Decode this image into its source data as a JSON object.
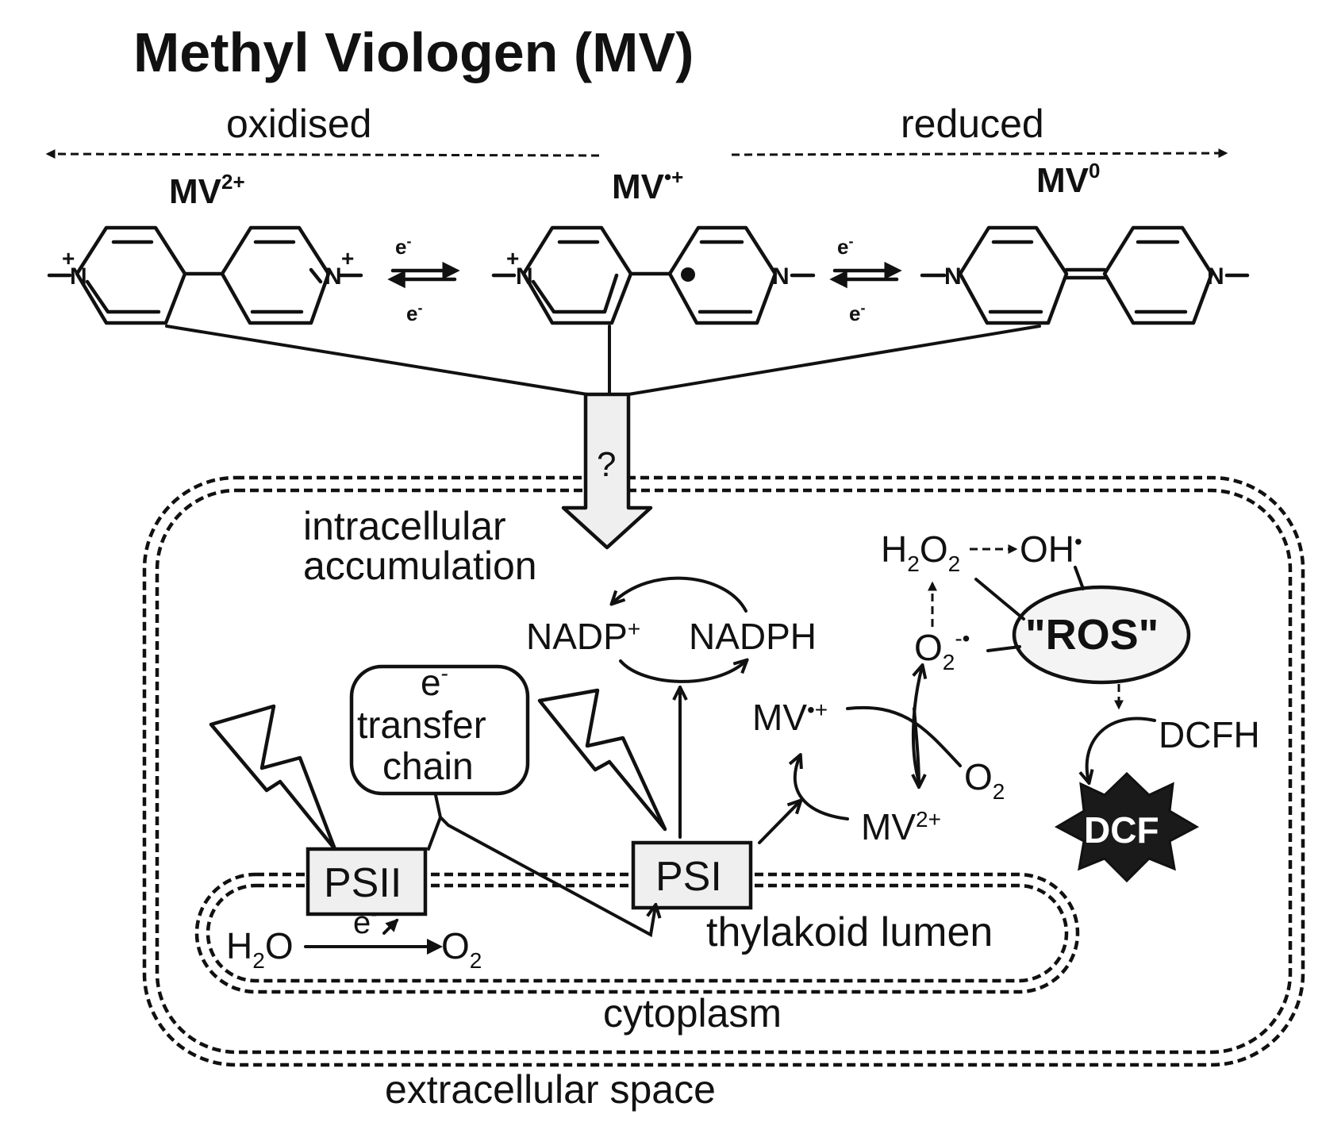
{
  "title": "Methyl Viologen (MV)",
  "redox": {
    "oxidised": "oxidised",
    "reduced": "reduced"
  },
  "species": {
    "mv2": {
      "base": "MV",
      "sup": "2+"
    },
    "mv1": {
      "base": "MV",
      "sup": "•+"
    },
    "mv0": {
      "base": "MV",
      "sup": "0"
    }
  },
  "atoms": {
    "n": "N",
    "plus": "+",
    "minus": "−",
    "radical": "•"
  },
  "electron": {
    "base": "e",
    "sup": "-"
  },
  "uptake_mark": "?",
  "labels": {
    "intracellular_1": "intracellular",
    "intracellular_2": "accumulation",
    "cytoplasm": "cytoplasm",
    "extracellular": "extracellular space",
    "lumen": "thylakoid lumen",
    "etc_1": "transfer",
    "etc_2": "chain",
    "psii": "PSII",
    "psi": "PSI",
    "ros": "\"ROS\"",
    "dcf": "DCF",
    "dcfh": "DCFH"
  },
  "cofactors": {
    "nadp": {
      "base": "NADP",
      "sup": "+"
    },
    "nadph": "NADPH"
  },
  "cycle": {
    "mv1": {
      "base": "MV",
      "sup": "•+"
    },
    "mv2": {
      "base": "MV",
      "sup": "2+"
    }
  },
  "chem": {
    "h2o2": {
      "a": "H",
      "s1": "2",
      "b": "O",
      "s2": "2"
    },
    "oh": {
      "base": "OH",
      "sup": "•"
    },
    "superoxide": {
      "base": "O",
      "sub": "2",
      "sup": "-•"
    },
    "o2": {
      "base": "O",
      "sub": "2"
    },
    "water": {
      "a": "H",
      "s": "2",
      "b": "O"
    }
  },
  "colors": {
    "ink": "#111111",
    "fill": "#efefef",
    "dcf_fill": "#1a1a1a"
  }
}
